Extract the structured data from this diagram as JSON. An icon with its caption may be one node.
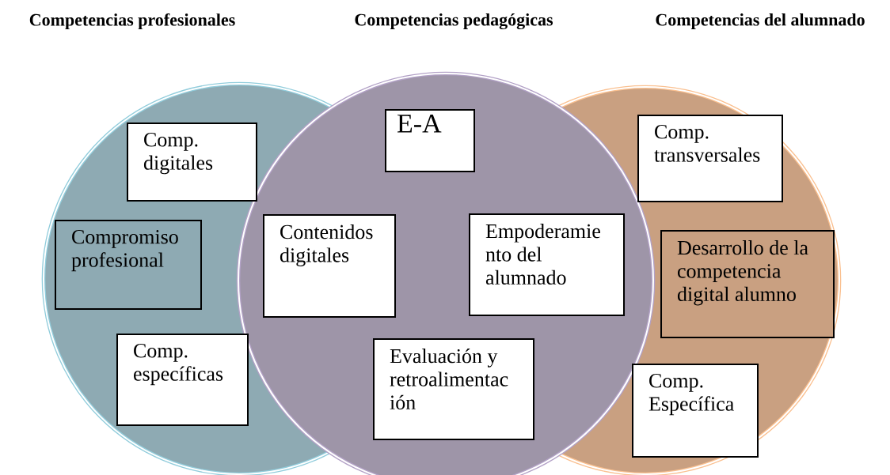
{
  "diagram": {
    "nodes": [
      {
        "text": [
          "Competencias profesionales"
        ]
      },
      {
        "text": [
          "Comp. digitales"
        ],
        "in": 0
      },
      {
        "text": [
          "Compromiso profesional"
        ],
        "in": 0
      },
      {
        "text": [
          "Comp. específicas"
        ],
        "in": 0
      },
      {
        "text": [
          "Competencias pedagógicas"
        ]
      },
      {
        "text": [
          "E-A"
        ],
        "in": 4
      },
      {
        "text": [
          "Contenidos digitales"
        ]
      },
      {
        "text": [
          "Empoderamie nto del alumnado"
        ]
      },
      {
        "text": [
          "Evaluación y retroalimentac ión"
        ],
        "in": 4
      },
      {
        "text": [
          "Competencias del alumnado"
        ]
      },
      {
        "text": [
          "Comp. transversales"
        ],
        "in": 9
      },
      {
        "text": [
          "Desarrollo de la competencia digital alumno"
        ],
        "in": 9
      },
      {
        "text": [
          "Comp. Específica"
        ],
        "in": 9
      }
    ]
  }
}
